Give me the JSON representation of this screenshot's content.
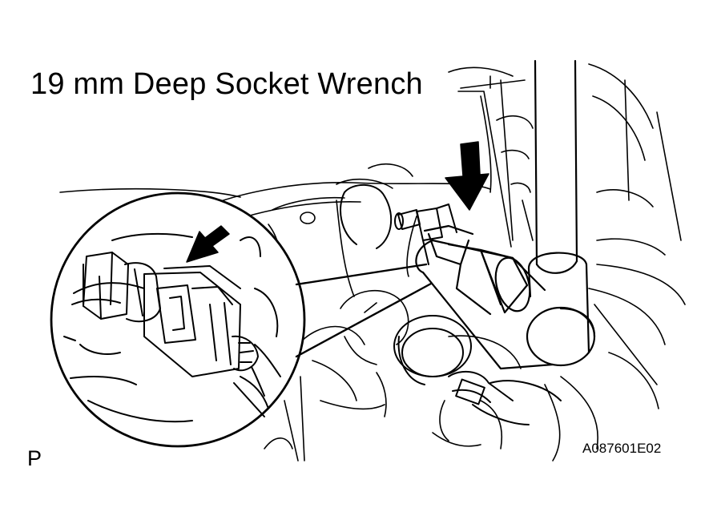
{
  "callout": {
    "tool_label": "19 mm Deep Socket Wrench"
  },
  "corner": {
    "view_letter": "P",
    "figure_code": "A087601E02"
  },
  "colors": {
    "ink": "#000000",
    "paper": "#ffffff"
  },
  "icons": [
    "pressure-arrow-icon",
    "pressure-arrow-icon"
  ]
}
